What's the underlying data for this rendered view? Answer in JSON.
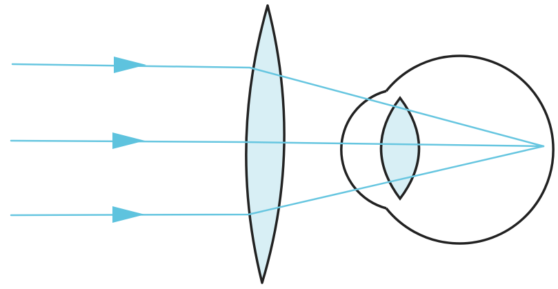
{
  "diagram": {
    "type": "optics",
    "elements": [
      {
        "name": "incoming-light-rays",
        "count": 3,
        "direction": "left-to-right"
      },
      {
        "name": "convex-lens",
        "shape": "biconvex"
      },
      {
        "name": "eye",
        "parts": [
          "eyeball",
          "cornea",
          "eye-lens"
        ]
      }
    ],
    "colors": {
      "ray": "#67C6E0",
      "arrowhead": "#5EC3DE",
      "lens_fill": "#D8EFF5",
      "outline": "#222222"
    }
  }
}
